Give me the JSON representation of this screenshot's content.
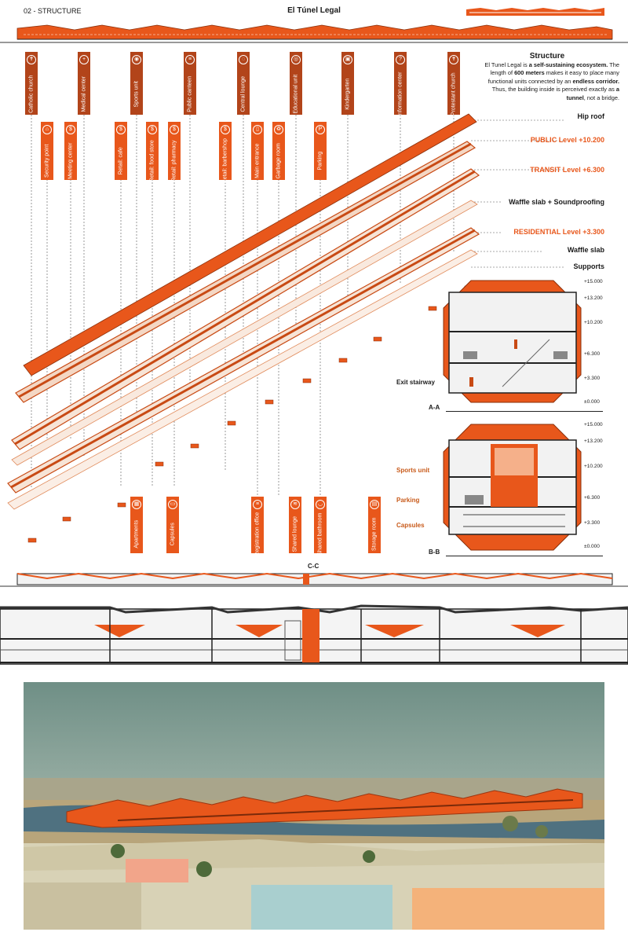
{
  "header": {
    "section": "02 - STRUCTURE",
    "title": "El Túnel  Legal"
  },
  "top_labels": [
    {
      "label": "Catholic church",
      "icon": "cross-icon"
    },
    {
      "label": "Medical center",
      "icon": "medical-cross-icon"
    },
    {
      "label": "Sports unit",
      "icon": "sports-icon"
    },
    {
      "label": "Public canteen",
      "icon": "canteen-icon"
    },
    {
      "label": "Central lounge",
      "icon": "lounge-icon"
    },
    {
      "label": "Educational unit",
      "icon": "education-icon"
    },
    {
      "label": "Kindergarten",
      "icon": "kindergarten-icon"
    },
    {
      "label": "Information center",
      "icon": "info-icon"
    },
    {
      "label": "Protestant church",
      "icon": "cross-icon"
    }
  ],
  "mid_labels": [
    {
      "label": "Security point",
      "icon": "home-icon"
    },
    {
      "label": "Meeting center",
      "icon": "dollar-icon"
    },
    {
      "label": "Retail: cafe",
      "icon": "dollar-icon"
    },
    {
      "label": "Retail: food store",
      "icon": "dollar-icon"
    },
    {
      "label": "Retail: pharmacy",
      "icon": "dollar-icon"
    },
    {
      "label": "Retail: barbershop",
      "icon": "dollar-icon"
    },
    {
      "label": "Main entrance",
      "icon": "door-icon"
    },
    {
      "label": "Garbage room",
      "icon": "recycle-icon"
    },
    {
      "label": "Parking",
      "icon": "parking-icon"
    }
  ],
  "bottom_labels": [
    {
      "label": "Apartments",
      "icon": "apartment-icon"
    },
    {
      "label": "Capsules",
      "icon": "capsule-icon"
    },
    {
      "label": "Registration office",
      "icon": "registration-icon"
    },
    {
      "label": "Shared lounge",
      "icon": "wifi-icon"
    },
    {
      "label": "Shared bathroom",
      "icon": "bath-icon"
    },
    {
      "label": "Storage room",
      "icon": "storage-icon"
    }
  ],
  "structure": {
    "heading": "Structure",
    "p1": "El Tunel Legal is ",
    "p1b": "a self-sustaining ecosystem.",
    "p2": " The length of ",
    "p2b": "600 meters",
    "p3": " makes it easy to place many functional units connected by an ",
    "p3b": "endless corridor.",
    "p4": " Thus, the building inside is perceived exactly as ",
    "p4b": "a tunnel",
    "p5": ", not a bridge."
  },
  "levels": [
    {
      "label": "Hip  roof",
      "color": "#111111"
    },
    {
      "label": "PUBLIC Level +10.200",
      "color": "#e8571b"
    },
    {
      "label": "TRANSIT Level +6.300",
      "color": "#e8571b"
    },
    {
      "label": "Waffle slab + Soundproofing",
      "color": "#111111"
    },
    {
      "label": "RESIDENTIAL Level +3.300",
      "color": "#e8571b"
    },
    {
      "label": "Waffle  slab",
      "color": "#111111"
    },
    {
      "label": "Supports",
      "color": "#111111"
    }
  ],
  "section_aa": {
    "title": "A-A",
    "callout": "Exit stairway",
    "elevations": [
      "+15.000",
      "+13.200",
      "+10.200",
      "+6.300",
      "+3.300",
      "±0.000"
    ]
  },
  "section_bb": {
    "title": "B-B",
    "callouts": [
      "Sports unit",
      "Parking",
      "Capsules"
    ],
    "elevations": [
      "+15.000",
      "+13.200",
      "+10.200",
      "+6.300",
      "+3.300",
      "±0.000"
    ]
  },
  "section_cc": {
    "title": "C-C"
  },
  "colors": {
    "accent": "#e8571b",
    "dark_orange": "#c84a14",
    "tag": "#d4511a"
  }
}
